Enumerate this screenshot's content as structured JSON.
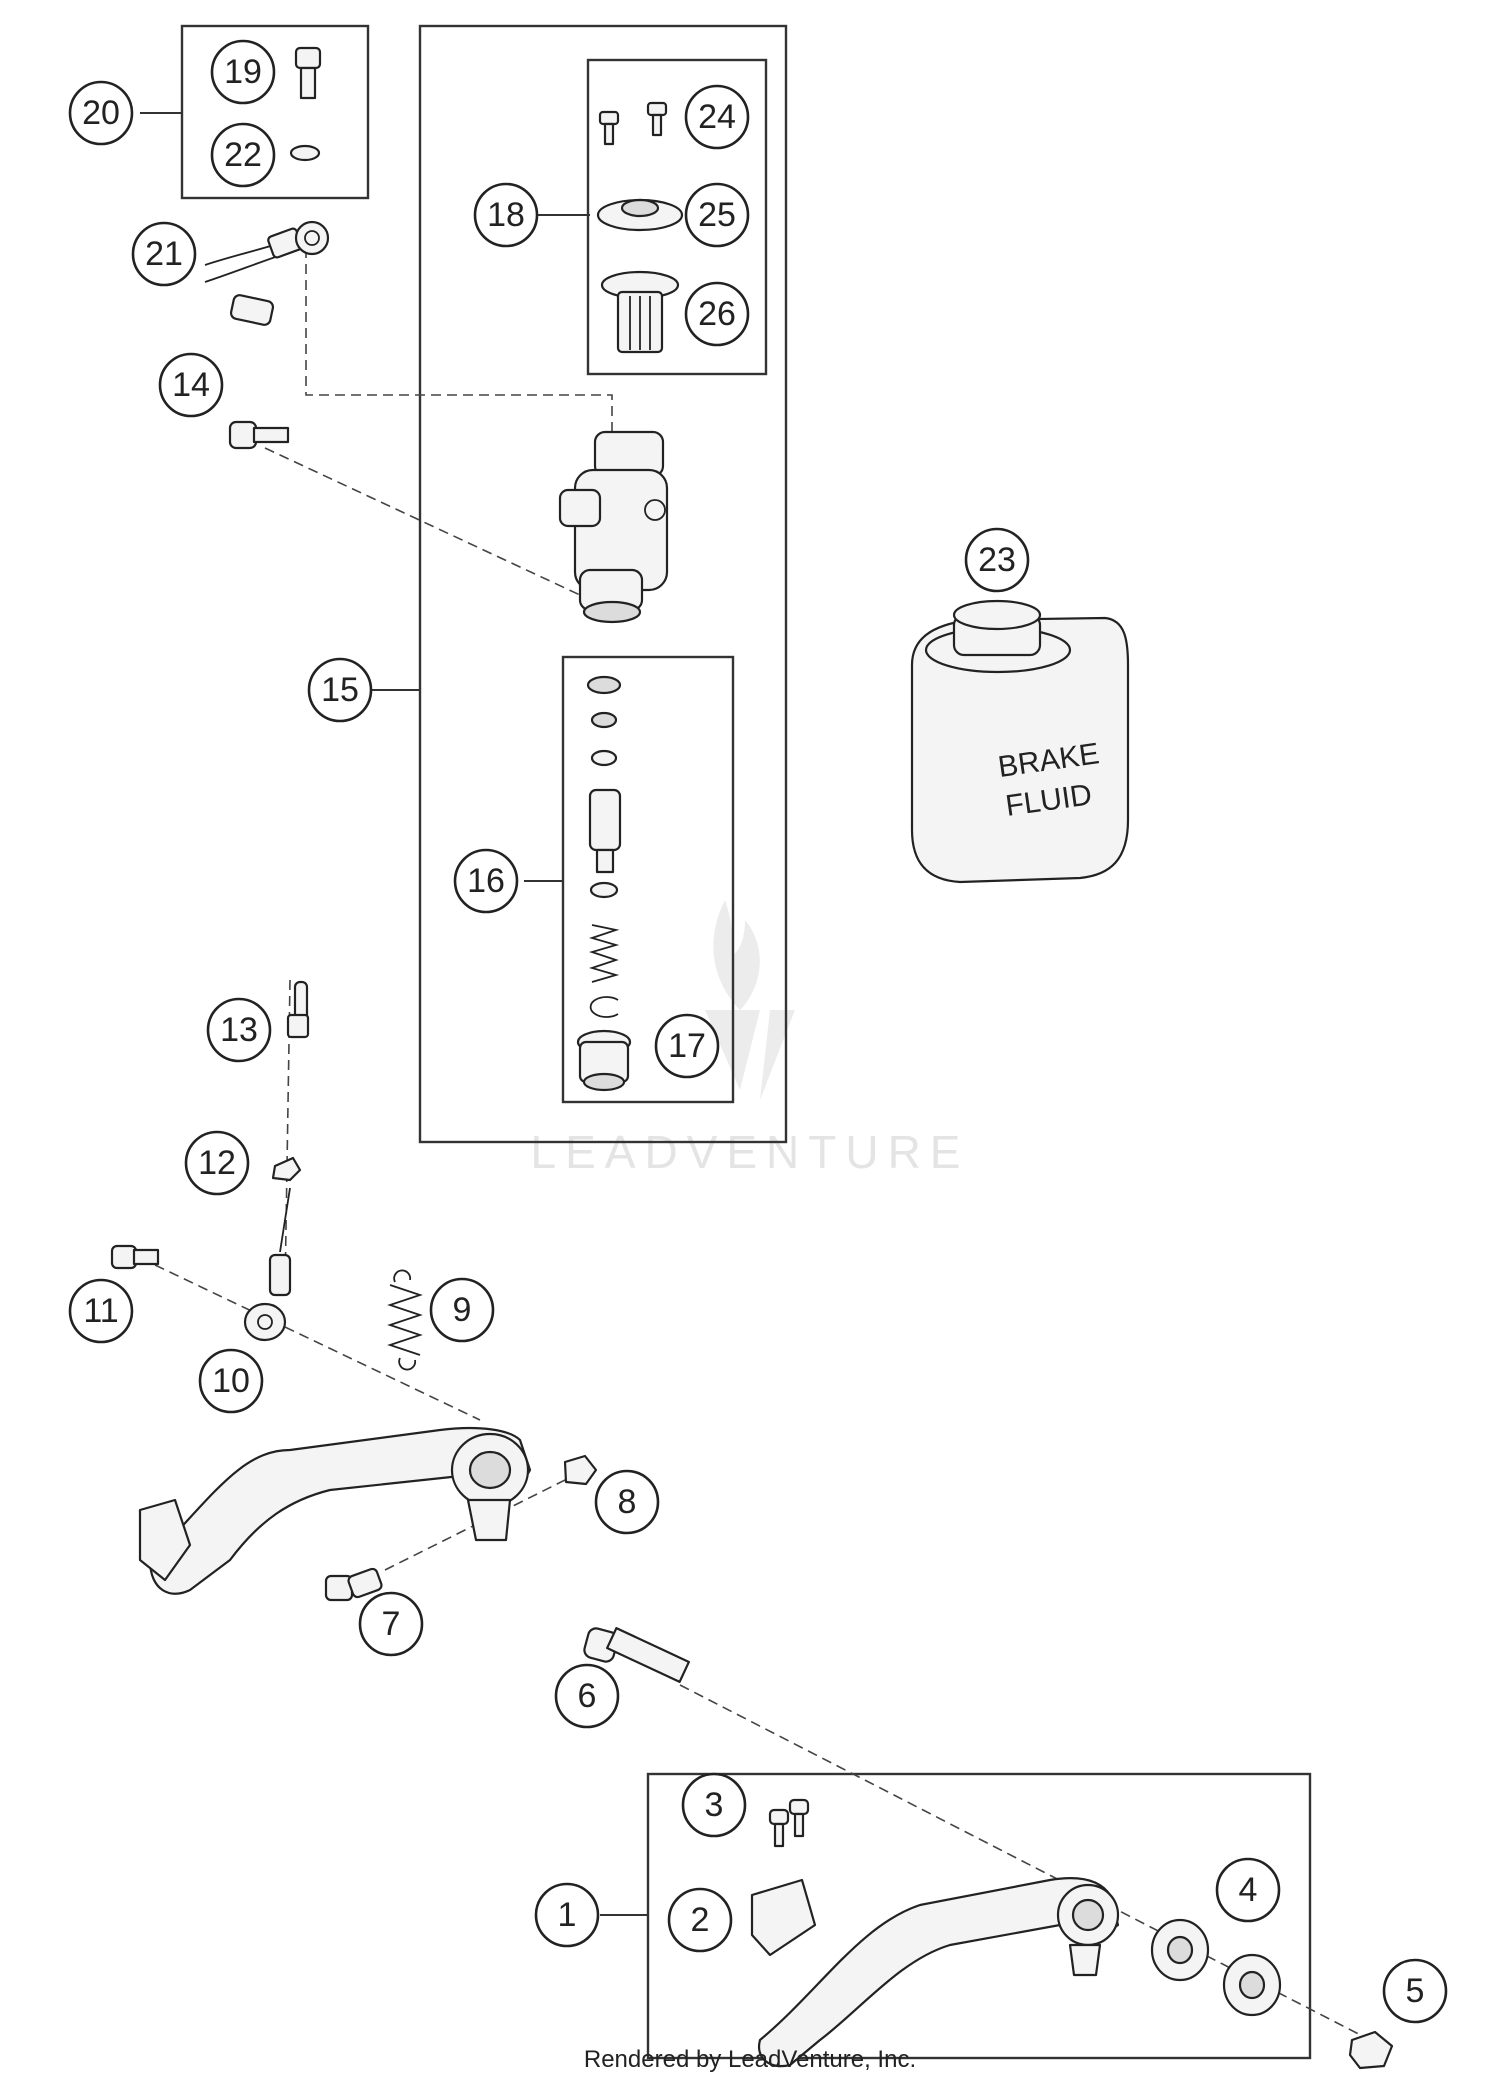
{
  "callouts": [
    "1",
    "2",
    "3",
    "4",
    "5",
    "6",
    "7",
    "8",
    "9",
    "10",
    "11",
    "12",
    "13",
    "14",
    "15",
    "16",
    "17",
    "18",
    "19",
    "20",
    "21",
    "22",
    "23",
    "24",
    "25",
    "26"
  ],
  "bottle_label": {
    "line1": "BRAKE",
    "line2": "FLUID"
  },
  "watermark": "LEADVENTURE",
  "footer": "Rendered by LeadVenture, Inc."
}
